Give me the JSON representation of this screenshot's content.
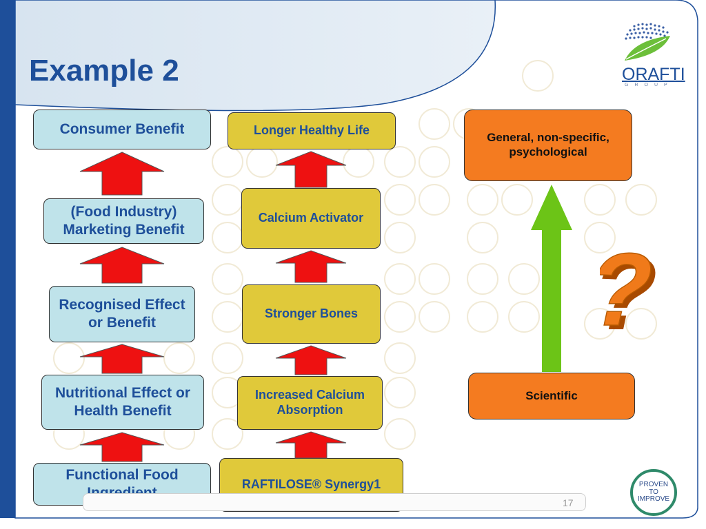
{
  "title": "Example 2",
  "page_number": "17",
  "logo": {
    "name": "ORAFTI",
    "subtitle": "GROUP"
  },
  "badge": {
    "lines": [
      "PROVEN",
      "TO",
      "IMPROVE"
    ]
  },
  "left_chain": [
    "Consumer Benefit",
    "(Food Industry) Marketing Benefit",
    "Recognised Effect or Benefit",
    "Nutritional Effect or Health Benefit",
    "Functional Food Ingredient"
  ],
  "middle_chain": [
    "Longer Healthy Life",
    "Calcium Activator",
    "Stronger Bones",
    "Increased Calcium Absorption",
    "RAFTILOSE® Synergy1"
  ],
  "right": {
    "top": "General, non-specific, psychological",
    "bottom": "Scientific",
    "question_mark": "?"
  },
  "colors": {
    "title": "#1e4f9a",
    "blue_box": "#bfe3ea",
    "yellow_box": "#e0c93a",
    "orange_box": "#f47b20",
    "red_arrow": "#ee1111",
    "green_arrow": "#6cc417",
    "accent_bar": "#1e4f9a"
  }
}
